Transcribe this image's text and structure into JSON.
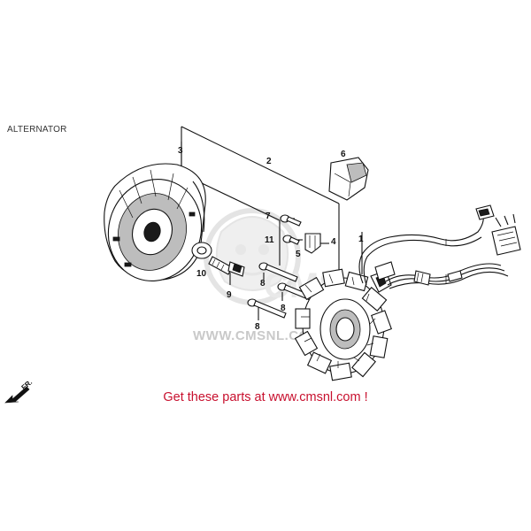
{
  "header": {
    "title": "ALTERNATOR"
  },
  "watermark": {
    "text": "WWW.CMSNL.COM"
  },
  "footer": {
    "banner": "Get these parts at www.cmsnl.com !"
  },
  "direction": {
    "label": "FR."
  },
  "colors": {
    "banner": "#c8102e",
    "watermark": "#c9c9c9"
  },
  "callouts": [
    "1",
    "2",
    "3",
    "4",
    "5",
    "6",
    "7",
    "8",
    "8",
    "8",
    "9",
    "10",
    "11"
  ]
}
